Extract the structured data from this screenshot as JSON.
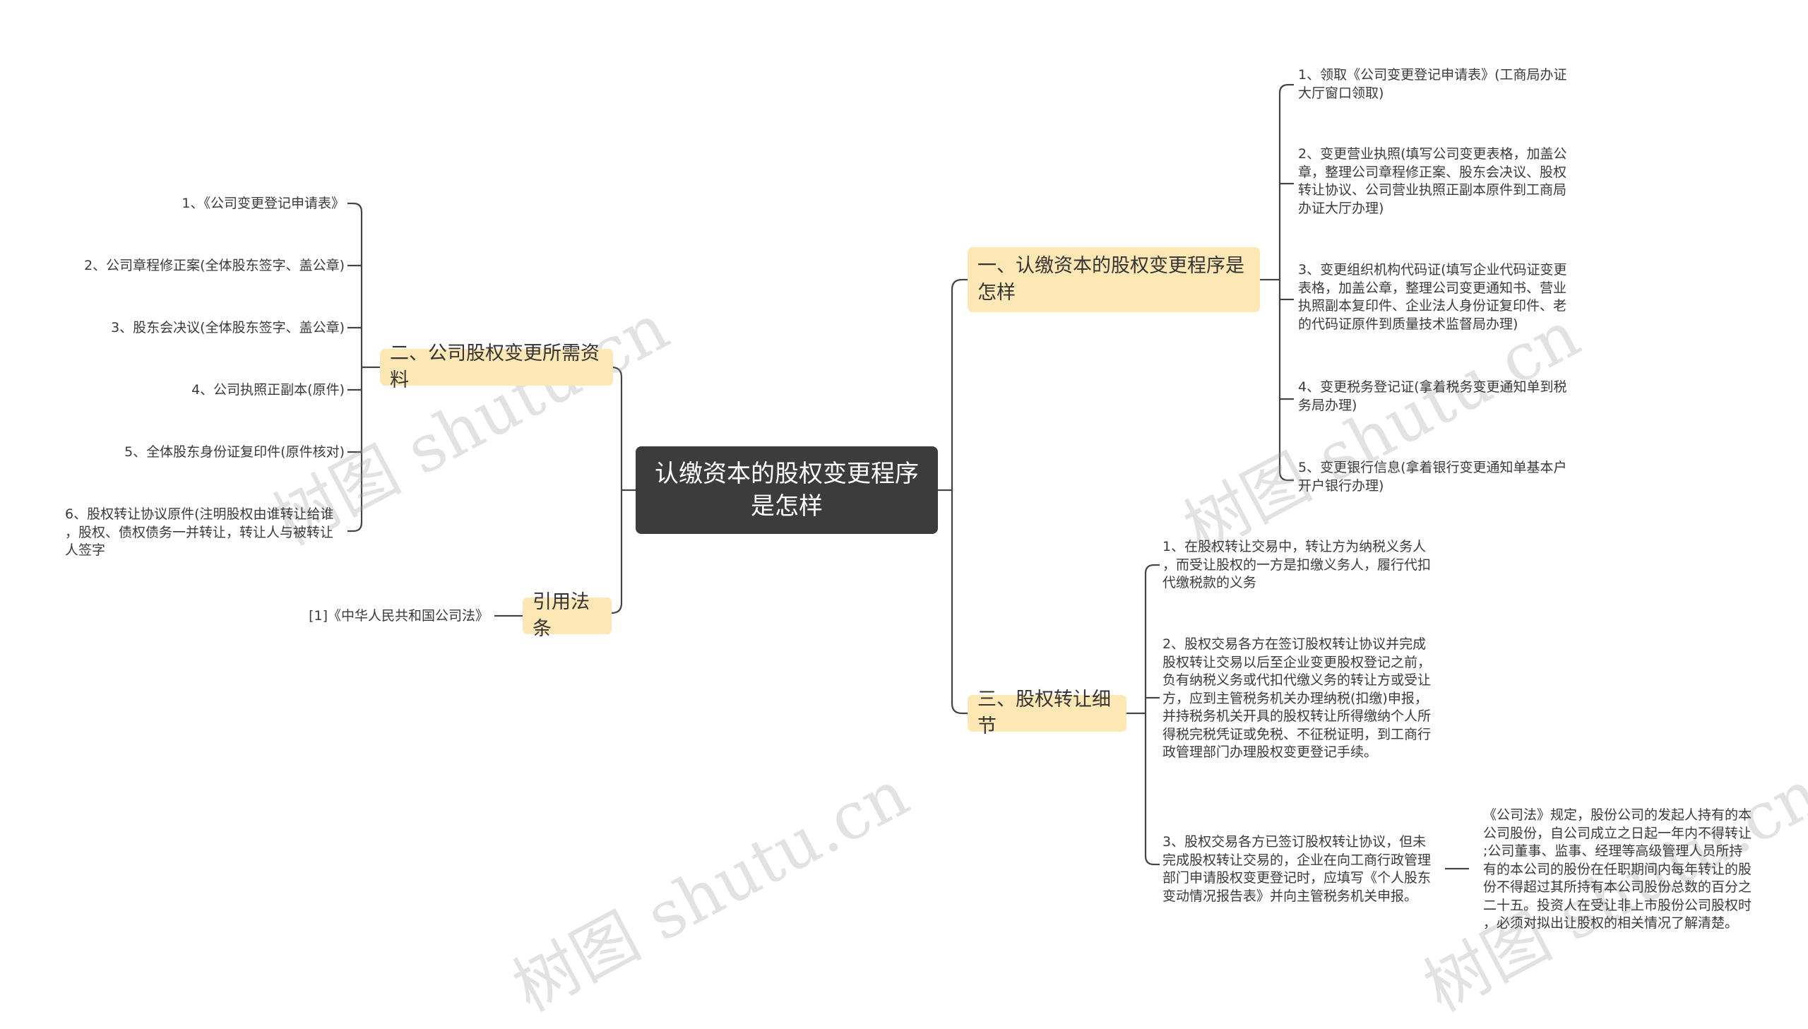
{
  "root": {
    "title": "认缴资本的股权变更程序\n是怎样"
  },
  "branches": {
    "b1": {
      "label": "一、认缴资本的股权变更程序是怎样",
      "items": [
        "1、领取《公司变更登记申请表》(工商局办证\n大厅窗口领取)",
        "2、变更营业执照(填写公司变更表格，加盖公\n章，整理公司章程修正案、股东会决议、股权\n转让协议、公司营业执照正副本原件到工商局\n办证大厅办理)",
        "3、变更组织机构代码证(填写企业代码证变更\n表格，加盖公章，整理公司变更通知书、营业\n执照副本复印件、企业法人身份证复印件、老\n的代码证原件到质量技术监督局办理)",
        "4、变更税务登记证(拿着税务变更通知单到税\n务局办理)",
        "5、变更银行信息(拿着银行变更通知单基本户\n开户银行办理)"
      ]
    },
    "b2": {
      "label": "二、公司股权变更所需资料",
      "items": [
        "1、《公司变更登记申请表》",
        "2、公司章程修正案(全体股东签字、盖公章)",
        "3、股东会决议(全体股东签字、盖公章)",
        "4、公司执照正副本(原件)",
        "5、全体股东身份证复印件(原件核对)",
        "6、股权转让协议原件(注明股权由谁转让给谁\n，股权、债权债务一并转让，转让人与被转让\n人签字"
      ]
    },
    "b3": {
      "label": "三、股权转让细节",
      "items": [
        "1、在股权转让交易中，转让方为纳税义务人\n，而受让股权的一方是扣缴义务人，履行代扣\n代缴税款的义务",
        "2、股权交易各方在签订股权转让协议并完成\n股权转让交易以后至企业变更股权登记之前，\n负有纳税义务或代扣代缴义务的转让方或受让\n方，应到主管税务机关办理纳税(扣缴)申报，\n并持税务机关开具的股权转让所得缴纳个人所\n得税完税凭证或免税、不征税证明，到工商行\n政管理部门办理股权变更登记手续。",
        "3、股权交易各方已签订股权转让协议，但未\n完成股权转让交易的，企业在向工商行政管理\n部门申请股权变更登记时，应填写《个人股东\n变动情况报告表》并向主管税务机关申报。"
      ],
      "sub_note": "《公司法》规定，股份公司的发起人持有的本\n公司股份，自公司成立之日起一年内不得转让\n;公司董事、监事、经理等高级管理人员所持\n有的本公司的股份在任职期间内每年转让的股\n份不得超过其所持有本公司股份总数的百分之\n二十五。投资人在受让非上市股份公司股权时\n，必须对拟出让股权的相关情况了解清楚。"
    },
    "b4": {
      "label": "引用法条",
      "items": [
        "[1]《中华人民共和国公司法》"
      ]
    }
  },
  "watermark": "树图 shutu.cn",
  "colors": {
    "root_bg": "#3c3c3c",
    "branch_bg": "#fde7b4",
    "line": "#444444"
  }
}
